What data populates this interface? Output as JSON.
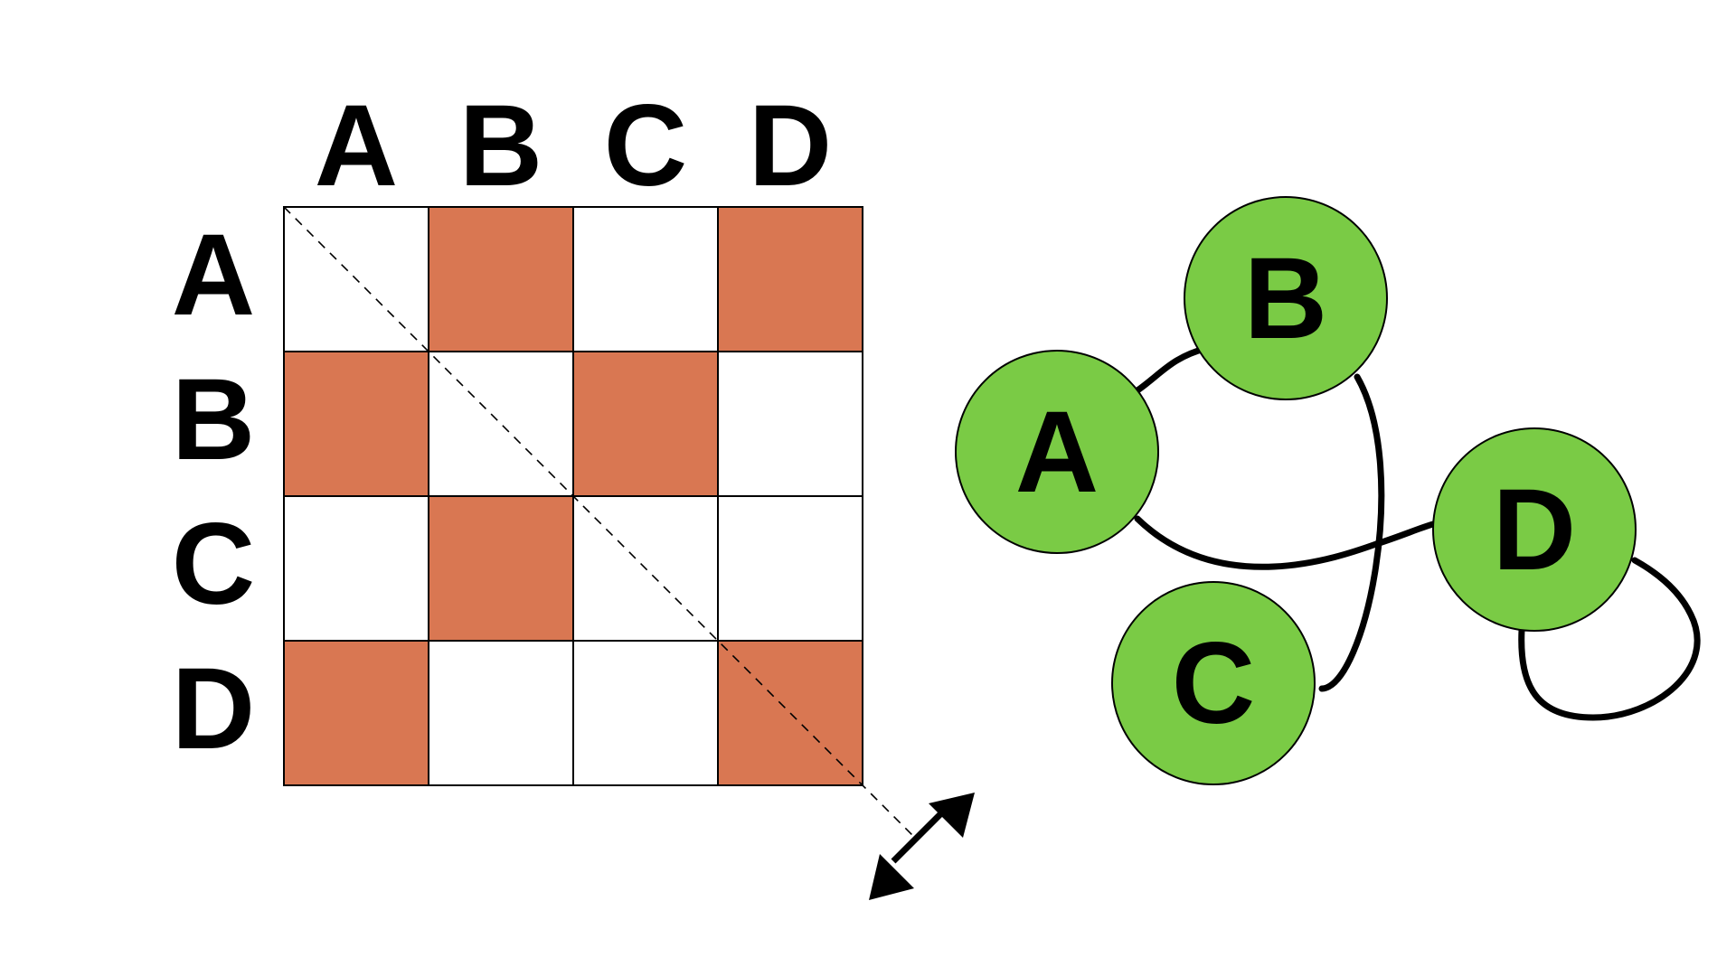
{
  "matrix": {
    "column_labels": [
      "A",
      "B",
      "C",
      "D"
    ],
    "row_labels": [
      "A",
      "B",
      "C",
      "D"
    ],
    "cells": [
      [
        0,
        1,
        0,
        1
      ],
      [
        1,
        0,
        1,
        0
      ],
      [
        0,
        1,
        0,
        0
      ],
      [
        1,
        0,
        0,
        1
      ]
    ],
    "filled_color": "#D97752",
    "empty_color": "#FFFFFF",
    "diagonal": "dashed",
    "symmetry_arrow": "double-headed"
  },
  "graph": {
    "node_color": "#7ACB45",
    "nodes": [
      {
        "id": "A",
        "label": "A"
      },
      {
        "id": "B",
        "label": "B"
      },
      {
        "id": "C",
        "label": "C"
      },
      {
        "id": "D",
        "label": "D"
      }
    ],
    "edges": [
      {
        "from": "A",
        "to": "B"
      },
      {
        "from": "A",
        "to": "D"
      },
      {
        "from": "B",
        "to": "C"
      },
      {
        "from": "D",
        "to": "D"
      }
    ]
  }
}
